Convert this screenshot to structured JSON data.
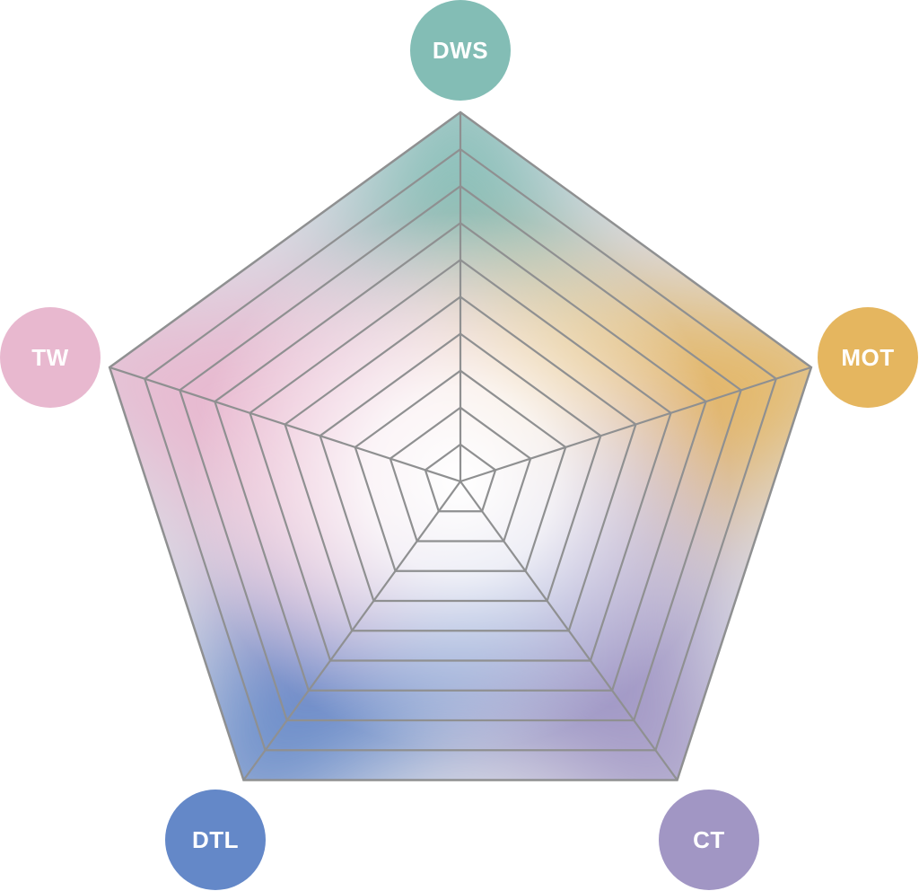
{
  "diagram": {
    "type": "radar-grid",
    "ring_count": 10,
    "grid_color": "#8f9091",
    "center_color": "#ffffff",
    "axes": [
      {
        "label": "DWS",
        "color": "#83bdb5"
      },
      {
        "label": "MOT",
        "color": "#e5b65f"
      },
      {
        "label": "CT",
        "color": "#a196c4"
      },
      {
        "label": "DTL",
        "color": "#6488c8"
      },
      {
        "label": "TW",
        "color": "#e8b8cf"
      }
    ]
  }
}
